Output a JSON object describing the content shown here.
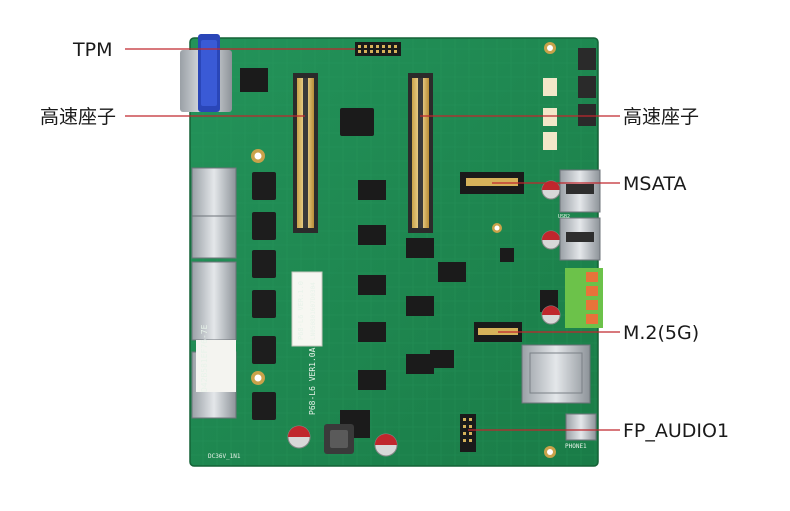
{
  "callouts": {
    "tpm": "TPM",
    "highspeed_left": "高速座子",
    "highspeed_right": "高速座子",
    "msata": "MSATA",
    "m2": "M.2(5G)",
    "fp_audio": "FP_AUDIO1"
  },
  "silkscreen": {
    "board_version": "P68-L6 VER1.0A",
    "sticker_model": "P68-L6 VER:1.0",
    "sticker_serial": "LN050801607D0304",
    "mac_label": "D42B581EF76-7E",
    "power_label": "DC36V_1N1",
    "phone_label": "PHONE1",
    "usb_label": "USB2"
  },
  "colors": {
    "board": "#1f8a4f",
    "board_dark": "#156a3b",
    "callout_line": "#c0272d",
    "vga": "#2a46b8",
    "terminal": "#6cc24a",
    "terminal_cap": "#e8733a"
  }
}
